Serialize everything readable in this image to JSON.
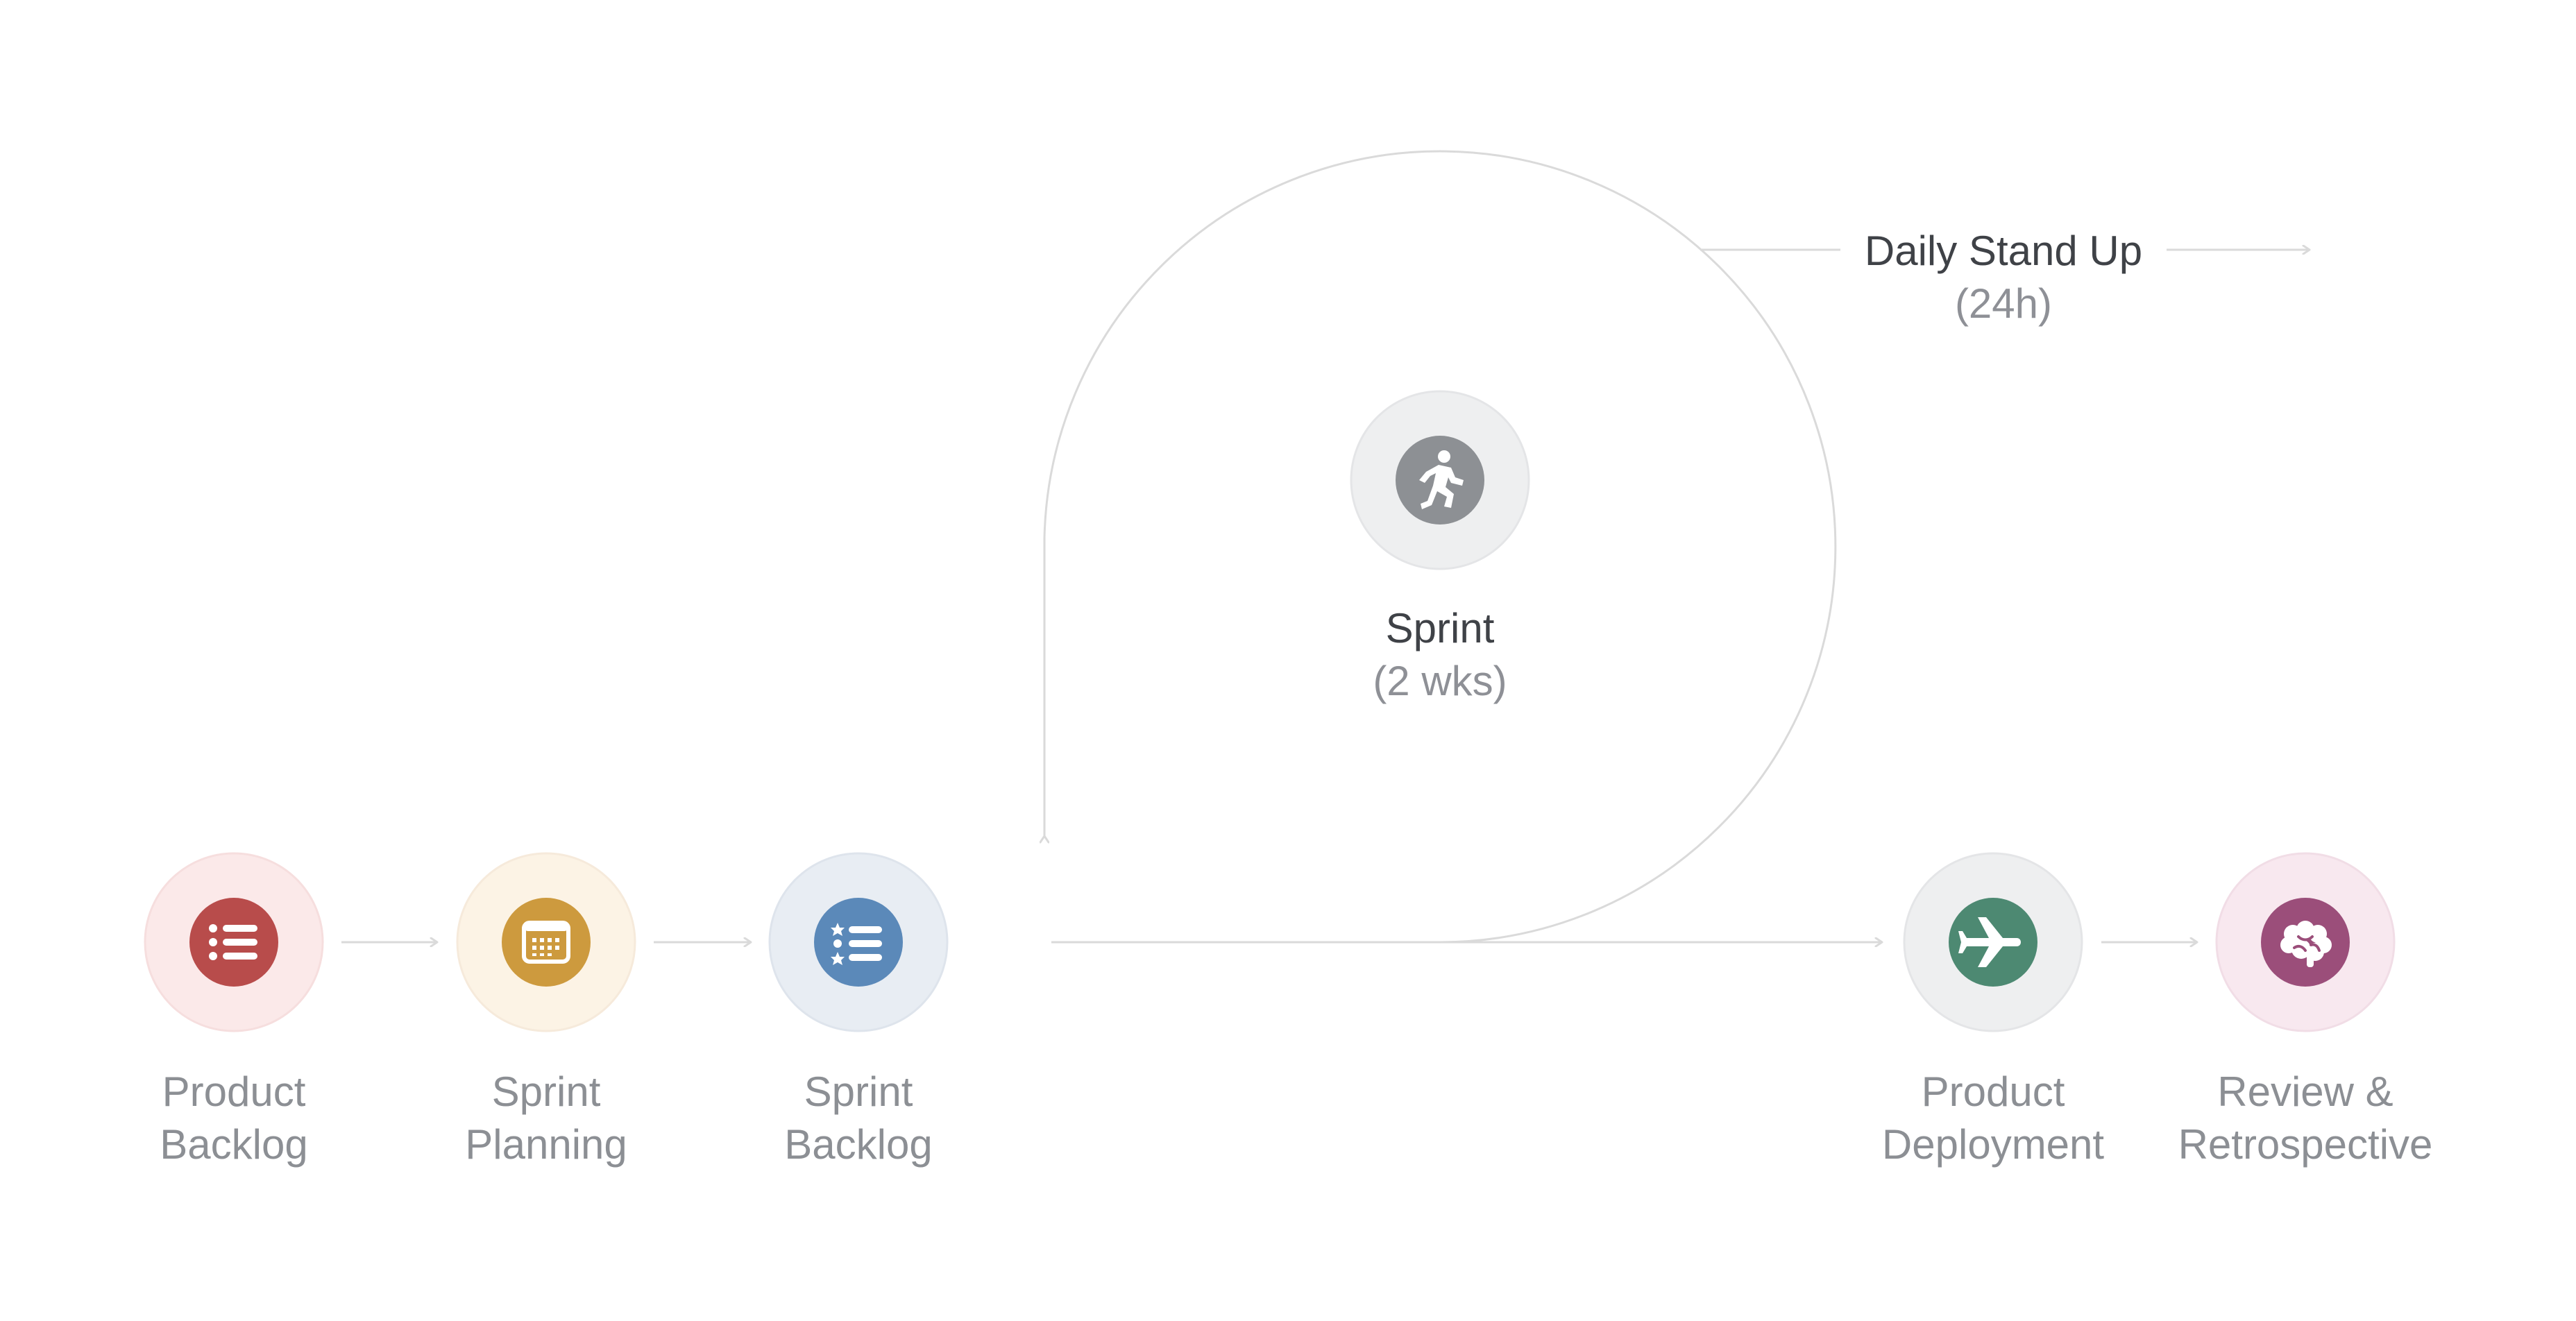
{
  "sprint": {
    "title": "Sprint",
    "duration": "(2 wks)",
    "icon": "running-person-icon",
    "color": "#8d9094",
    "halo": "#eeeff0"
  },
  "standup": {
    "title": "Daily Stand Up",
    "duration": "(24h)"
  },
  "stages": [
    {
      "id": "product-backlog",
      "line1": "Product",
      "line2": "Backlog",
      "icon": "list-icon",
      "color": "#b84c4b",
      "halo": "#fbe9e9"
    },
    {
      "id": "sprint-planning",
      "line1": "Sprint",
      "line2": "Planning",
      "icon": "calendar-icon",
      "color": "#cd9a3e",
      "halo": "#fcf3e5"
    },
    {
      "id": "sprint-backlog",
      "line1": "Sprint",
      "line2": "Backlog",
      "icon": "starred-list-icon",
      "color": "#5b89b9",
      "halo": "#e8edf3"
    },
    {
      "id": "product-deployment",
      "line1": "Product",
      "line2": "Deployment",
      "icon": "airplane-icon",
      "color": "#4d8972",
      "halo": "#eeeff0"
    },
    {
      "id": "review-retrospective",
      "line1": "Review &",
      "line2": "Retrospective",
      "icon": "brain-icon",
      "color": "#9b4e7a",
      "halo": "#f8e8ef"
    }
  ]
}
